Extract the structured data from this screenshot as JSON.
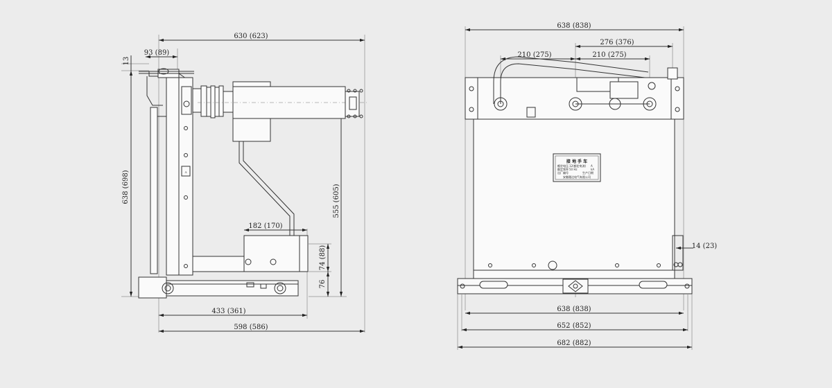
{
  "side_view": {
    "dims": {
      "d_top_width": "630 (623)",
      "d_top_offset": "93 (89)",
      "d_top_gap": "13",
      "d_height_left": "638 (698)",
      "d_height_right": "555 (605)",
      "d_bracket_width": "182 (170)",
      "d_bracket_height": "74 (88)",
      "d_bottom_height": "76",
      "d_bottom_inner": "433 (361)",
      "d_bottom_total": "598 (586)"
    }
  },
  "front_view": {
    "dims": {
      "d_top_width": "638 (838)",
      "d_right_span": "276 (376)",
      "d_left_span": "210 (275)",
      "d_mid_span": "210 (275)",
      "d_small_offset": "14 (23)",
      "d_bottom_1": "638 (838)",
      "d_bottom_2": "652 (852)",
      "d_bottom_3": "682 (882)"
    },
    "nameplate": {
      "title": "接 地 手 车",
      "rows": [
        [
          "额定电压",
          "12(额定电流)",
          "A"
        ],
        [
          "额定频率",
          "50 Hz",
          "kA"
        ],
        [
          "出厂编号",
          "",
          "生产日期"
        ]
      ],
      "maker": "安徽雅达电气有限公司"
    }
  }
}
